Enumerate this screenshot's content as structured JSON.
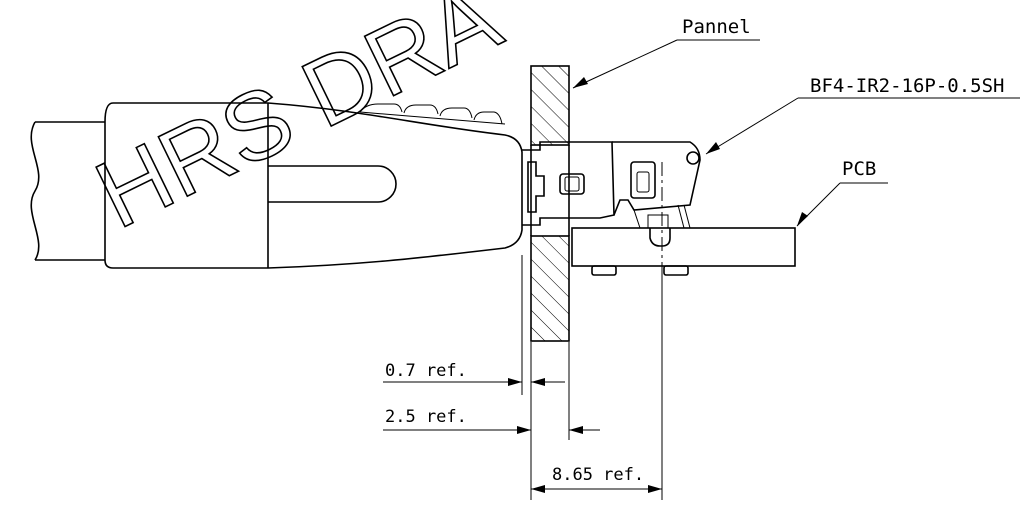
{
  "watermark": "HRS DRA",
  "labels": {
    "panel": "Pannel",
    "part_number": "BF4-IR2-16P-0.5SH",
    "pcb": "PCB"
  },
  "dimensions": {
    "d1": "0.7 ref.",
    "d2": "2.5 ref.",
    "d3": "8.65 ref."
  }
}
